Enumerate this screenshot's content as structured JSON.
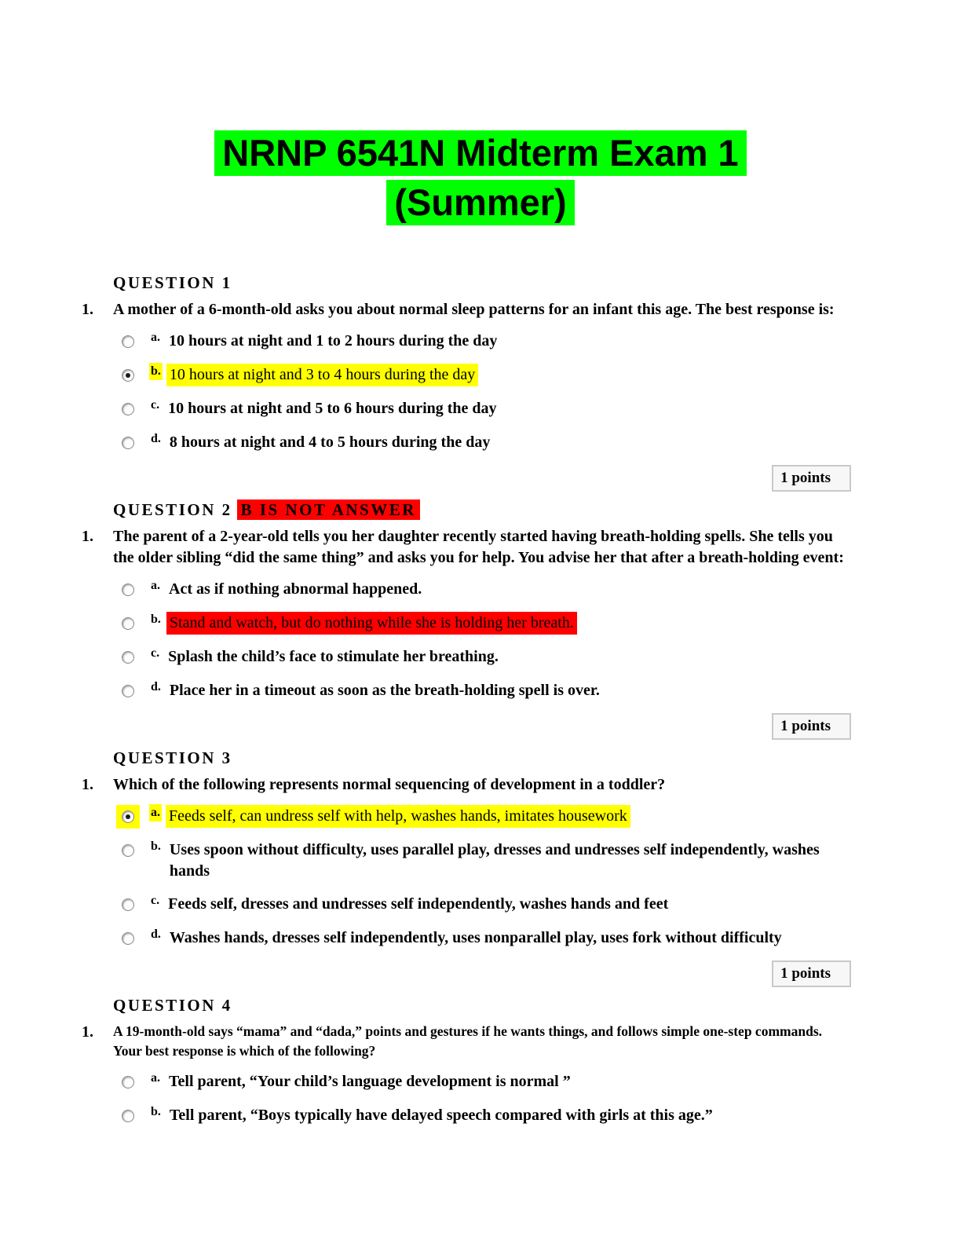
{
  "page": {
    "title_line1": "NRNP 6541N Midterm Exam 1",
    "title_line2": "(Summer)"
  },
  "colors": {
    "title_highlight": "#00ff00",
    "answer_highlight_yellow": "#ffff00",
    "answer_highlight_red": "#ff0000",
    "points_box_background": "#f7f7f7",
    "points_box_border": "#c9c9c9"
  },
  "questions": [
    {
      "heading": "QUESTION 1",
      "note": null,
      "number": "1.",
      "text": "A mother of a 6-month-old asks you about normal sleep patterns for an infant this age. The best response is:",
      "options": [
        {
          "letter": "a.",
          "text": "10 hours at night and 1 to 2 hours during the day",
          "highlight": "none",
          "letter_highlight": false,
          "radio_highlight": false,
          "selected": false
        },
        {
          "letter": "b.",
          "text": "10 hours at night and 3 to 4 hours during the day",
          "highlight": "yellow",
          "letter_highlight": true,
          "radio_highlight": false,
          "selected": true
        },
        {
          "letter": "c.",
          "text": "10 hours at night and 5 to 6 hours during the day",
          "highlight": "none",
          "letter_highlight": false,
          "radio_highlight": false,
          "selected": false
        },
        {
          "letter": "d.",
          "text": "8 hours at night and 4 to 5 hours during the day",
          "highlight": "none",
          "letter_highlight": false,
          "radio_highlight": false,
          "selected": false
        }
      ],
      "points": "1 points"
    },
    {
      "heading": "QUESTION 2",
      "note": "B IS NOT ANSWER",
      "number": "1.",
      "text": "The parent of a 2-year-old tells you her daughter recently started having breath-holding spells. She tells you the older sibling “did the same thing” and asks you for help. You advise her that after a breath-holding event:",
      "options": [
        {
          "letter": "a.",
          "text": "Act as if nothing abnormal happened.",
          "highlight": "none",
          "letter_highlight": false,
          "radio_highlight": false,
          "selected": false
        },
        {
          "letter": "b.",
          "text": "Stand and watch, but do nothing while she is holding her breath.",
          "highlight": "red",
          "letter_highlight": false,
          "radio_highlight": false,
          "selected": false
        },
        {
          "letter": "c.",
          "text": "Splash the child’s face to stimulate her breathing.",
          "highlight": "none",
          "letter_highlight": false,
          "radio_highlight": false,
          "selected": false
        },
        {
          "letter": "d.",
          "text": "Place her in a timeout as soon as the breath-holding spell is over.",
          "highlight": "none",
          "letter_highlight": false,
          "radio_highlight": false,
          "selected": false
        }
      ],
      "points": "1 points"
    },
    {
      "heading": "QUESTION 3",
      "note": null,
      "number": "1.",
      "text": "Which of the following represents normal sequencing of development in a toddler?",
      "options": [
        {
          "letter": "a.",
          "text": "Feeds self, can undress self with help, washes hands, imitates housework",
          "highlight": "yellow",
          "letter_highlight": true,
          "radio_highlight": true,
          "selected": true
        },
        {
          "letter": "b.",
          "text": "Uses spoon without difficulty, uses parallel play, dresses and undresses self independently, washes hands",
          "highlight": "none",
          "letter_highlight": false,
          "radio_highlight": false,
          "selected": false
        },
        {
          "letter": "c.",
          "text": "Feeds self, dresses and undresses self independently, washes hands and feet",
          "highlight": "none",
          "letter_highlight": false,
          "radio_highlight": false,
          "selected": false
        },
        {
          "letter": "d.",
          "text": "Washes hands, dresses self independently, uses nonparallel play, uses fork without difficulty",
          "highlight": "none",
          "letter_highlight": false,
          "radio_highlight": false,
          "selected": false
        }
      ],
      "points": "1 points"
    },
    {
      "heading": "QUESTION 4",
      "note": null,
      "number": "1.",
      "text": "A 19-month-old says “mama” and “dada,” points and gestures if he wants things, and follows simple one-step commands. Your best response is which of the following?",
      "options": [
        {
          "letter": "a.",
          "text": "Tell parent, “Your child’s language development is normal ”",
          "highlight": "none",
          "letter_highlight": false,
          "radio_highlight": false,
          "selected": false
        },
        {
          "letter": "b.",
          "text": "Tell parent, “Boys typically have delayed speech compared with girls at this age.”",
          "highlight": "none",
          "letter_highlight": false,
          "radio_highlight": false,
          "selected": false
        }
      ],
      "points": null
    }
  ]
}
